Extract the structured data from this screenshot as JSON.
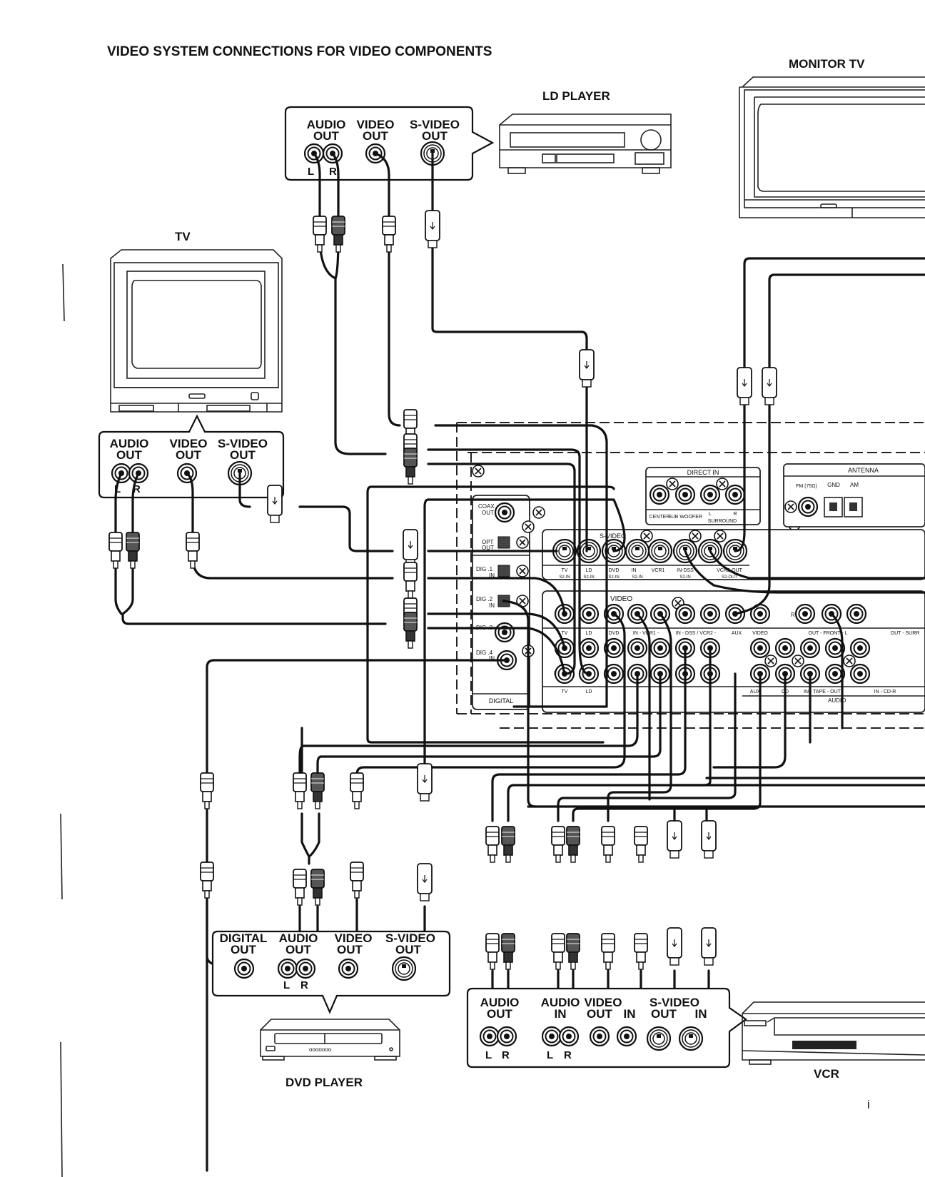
{
  "title": "VIDEO SYSTEM CONNECTIONS FOR VIDEO COMPONENTS",
  "page_marker": "i",
  "colors": {
    "ink": "#111111",
    "background": "#ffffff"
  },
  "components": {
    "ld_player": {
      "name": "LD PLAYER",
      "jacks": [
        {
          "label_top": "AUDIO",
          "label_bottom": "OUT",
          "channels": [
            "L",
            "R"
          ]
        },
        {
          "label_top": "VIDEO",
          "label_bottom": "OUT"
        },
        {
          "label_top": "S-VIDEO",
          "label_bottom": "OUT"
        }
      ]
    },
    "monitor_tv": {
      "name": "MONITOR TV"
    },
    "tv": {
      "name": "TV",
      "jacks": [
        {
          "label_top": "AUDIO",
          "label_bottom": "OUT",
          "channels": [
            "L",
            "R"
          ]
        },
        {
          "label_top": "VIDEO",
          "label_bottom": "OUT"
        },
        {
          "label_top": "S-VIDEO",
          "label_bottom": "OUT"
        }
      ]
    },
    "dvd_player": {
      "name": "DVD PLAYER",
      "jacks": [
        {
          "label_top": "DIGITAL",
          "label_bottom": "OUT"
        },
        {
          "label_top": "AUDIO",
          "label_bottom": "OUT",
          "channels": [
            "L",
            "R"
          ]
        },
        {
          "label_top": "VIDEO",
          "label_bottom": "OUT"
        },
        {
          "label_top": "S-VIDEO",
          "label_bottom": "OUT"
        }
      ]
    },
    "vcr": {
      "name": "VCR",
      "jacks": [
        {
          "label_top": "AUDIO",
          "label_bottom": "OUT",
          "channels": [
            "L",
            "R"
          ]
        },
        {
          "label_top": "AUDIO",
          "label_bottom": "IN",
          "channels": [
            "L",
            "R"
          ]
        },
        {
          "label_top": "VIDEO",
          "label_bottom": "OUT"
        },
        {
          "label_top": "VIDEO",
          "label_bottom": "IN"
        },
        {
          "label_top": "S-VIDEO",
          "label_bottom": "OUT"
        },
        {
          "label_top": "S-VIDEO",
          "label_bottom": "IN"
        }
      ]
    }
  },
  "receiver": {
    "digital": {
      "section_label": "DIGITAL",
      "jacks": [
        {
          "label_top": "COAX",
          "label_bottom": "OUT"
        },
        {
          "label_top": "OPT",
          "label_bottom": "OUT"
        },
        {
          "label_top": "DIG .1",
          "label_bottom": "IN"
        },
        {
          "label_top": "DIG .2",
          "label_bottom": "IN"
        },
        {
          "label_top": "DIG .3",
          "label_bottom": ""
        },
        {
          "label_top": "DIG .4",
          "label_bottom": "IN"
        }
      ]
    },
    "direct_in": {
      "section_label": "DIRECT IN",
      "labels": [
        "CENTER",
        "SUB WOOFER",
        "L",
        "R"
      ],
      "group_label": "SURROUND"
    },
    "antenna": {
      "section_label": "ANTENNA",
      "labels": [
        "FM (75Ω)",
        "GND",
        "AM"
      ]
    },
    "s_video": {
      "section_label": "S-VIDEO",
      "labels": [
        "TV",
        "LD",
        "DVD",
        "IN",
        "VCR1",
        "IN-DSS",
        "VCR2-OUT"
      ],
      "sub_labels": [
        "S2-IN",
        "S2-IN",
        "S2-IN",
        "S2-IN",
        "S2-IN",
        "S2-OUT"
      ]
    },
    "video": {
      "section_label": "VIDEO",
      "labels": [
        "TV",
        "LD",
        "DVD",
        "IN - VCR1 -",
        "IN - DSS / VCR2 -",
        "AUX",
        "VIDEO"
      ]
    },
    "audio": {
      "section_label": "AUDIO",
      "labels": [
        "R",
        "OUT - FRONT - L",
        "OUT - SURR",
        "AUX",
        "CD",
        "IN - TAPE - OUT",
        "IN - CD-R"
      ]
    }
  }
}
